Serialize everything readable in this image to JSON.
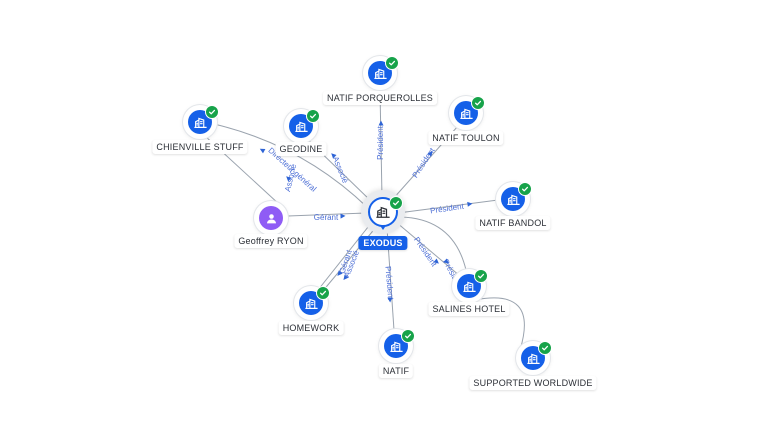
{
  "graph": {
    "center": {
      "id": "exodus",
      "label": "EXODUS",
      "icon": "company-icon",
      "verified": true
    },
    "nodes": [
      {
        "id": "porquerolles",
        "label": "NATIF PORQUEROLLES",
        "icon": "company-icon",
        "verified": true
      },
      {
        "id": "toulon",
        "label": "NATIF TOULON",
        "icon": "company-icon",
        "verified": true
      },
      {
        "id": "bandol",
        "label": "NATIF BANDOL",
        "icon": "company-icon",
        "verified": true
      },
      {
        "id": "salines",
        "label": "SALINES HOTEL",
        "icon": "company-icon",
        "verified": true
      },
      {
        "id": "supported",
        "label": "SUPPORTED WORLDWIDE",
        "icon": "company-icon",
        "verified": true
      },
      {
        "id": "natif",
        "label": "NATIF",
        "icon": "company-icon",
        "verified": true
      },
      {
        "id": "homework",
        "label": "HOMEWORK",
        "icon": "company-icon",
        "verified": true
      },
      {
        "id": "ryon",
        "label": "Geoffrey RYON",
        "icon": "person-icon",
        "verified": false
      },
      {
        "id": "chienville",
        "label": "CHIENVILLE STUFF",
        "icon": "company-icon",
        "verified": true
      },
      {
        "id": "geodine",
        "label": "GEODINE",
        "icon": "company-icon",
        "verified": true
      }
    ],
    "edges": [
      {
        "id": "e-porquerolles",
        "from": "exodus",
        "to": "porquerolles",
        "label": "Président"
      },
      {
        "id": "e-toulon",
        "from": "exodus",
        "to": "toulon",
        "label": "Président"
      },
      {
        "id": "e-bandol",
        "from": "exodus",
        "to": "bandol",
        "label": "Président"
      },
      {
        "id": "e-salines-1",
        "from": "exodus",
        "to": "salines",
        "label": "Président"
      },
      {
        "id": "e-salines-2",
        "from": "exodus",
        "to": "salines",
        "label": "Présid"
      },
      {
        "id": "e-supported",
        "from": "salines",
        "to": "supported",
        "label": ""
      },
      {
        "id": "e-natif",
        "from": "exodus",
        "to": "natif",
        "label": "Président"
      },
      {
        "id": "e-homework-1",
        "from": "exodus",
        "to": "homework",
        "label": "Gérant"
      },
      {
        "id": "e-homework-2",
        "from": "exodus",
        "to": "homework",
        "label": "Associé"
      },
      {
        "id": "e-ryon-gerant",
        "from": "ryon",
        "to": "exodus",
        "label": "Gérant"
      },
      {
        "id": "e-ryon-chienville",
        "from": "ryon",
        "to": "chienville",
        "label": "Associé"
      },
      {
        "id": "e-chienville",
        "from": "exodus",
        "to": "chienville",
        "label": "Directeur général"
      },
      {
        "id": "e-geodine",
        "from": "exodus",
        "to": "geodine",
        "label": "Associé"
      }
    ]
  },
  "colors": {
    "company": "#1560e8",
    "person": "#8f5cf5",
    "verified": "#17a34a",
    "edge": "#9aa3ae",
    "edge_label": "#4d6fd6"
  }
}
